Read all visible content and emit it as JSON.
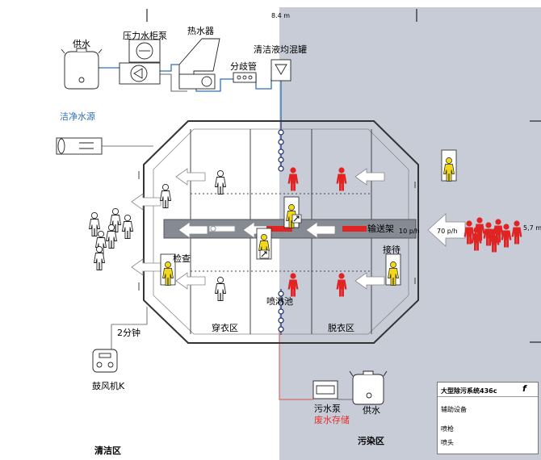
{
  "dimensions": {
    "width_label": "8.4 m",
    "height_label": "5,7 m"
  },
  "clean_side": {
    "water_supply": "供水",
    "pressure_tank_pump": "压力水柜泵",
    "water_heater": "热水器",
    "manifold": "分歧管",
    "detergent_mixer": "清洁液均混罐",
    "clean_water_source": "洁净水源",
    "blower_delay": "2分钟",
    "blower": "鼓风机K",
    "zone_label": "清洁区"
  },
  "tent": {
    "dressing_zone": "穿衣区",
    "check": "检查",
    "spray_pool": "喷淋池",
    "undressing_zone": "脱衣区",
    "conveyor": "输送架",
    "reception": "接待",
    "conveyor_rate": "10 p/h",
    "inflow_rate": "70 p/h"
  },
  "contaminated_side": {
    "sewage_pump": "污水泵",
    "waste_water_storage": "废水存储",
    "water_supply": "供水",
    "zone_label": "污染区"
  },
  "legend": {
    "title": "大型除污系统436c",
    "logo": "f",
    "rows": [
      "辅助设备",
      "喷枪",
      "喷头"
    ]
  },
  "colors": {
    "contaminated_bg": "#c7ccd6",
    "casualty_red": "#e02424",
    "helper_yellow": "#f2d81c",
    "clean_water_line": "#2f6fb5",
    "waste_line": "#d9534f"
  },
  "icons": [
    "person-icon",
    "arrow-icon",
    "shower-head-icon",
    "spray-gun-icon",
    "tank-icon",
    "pump-icon",
    "heater-icon",
    "blower-icon",
    "stretcher-icon"
  ]
}
